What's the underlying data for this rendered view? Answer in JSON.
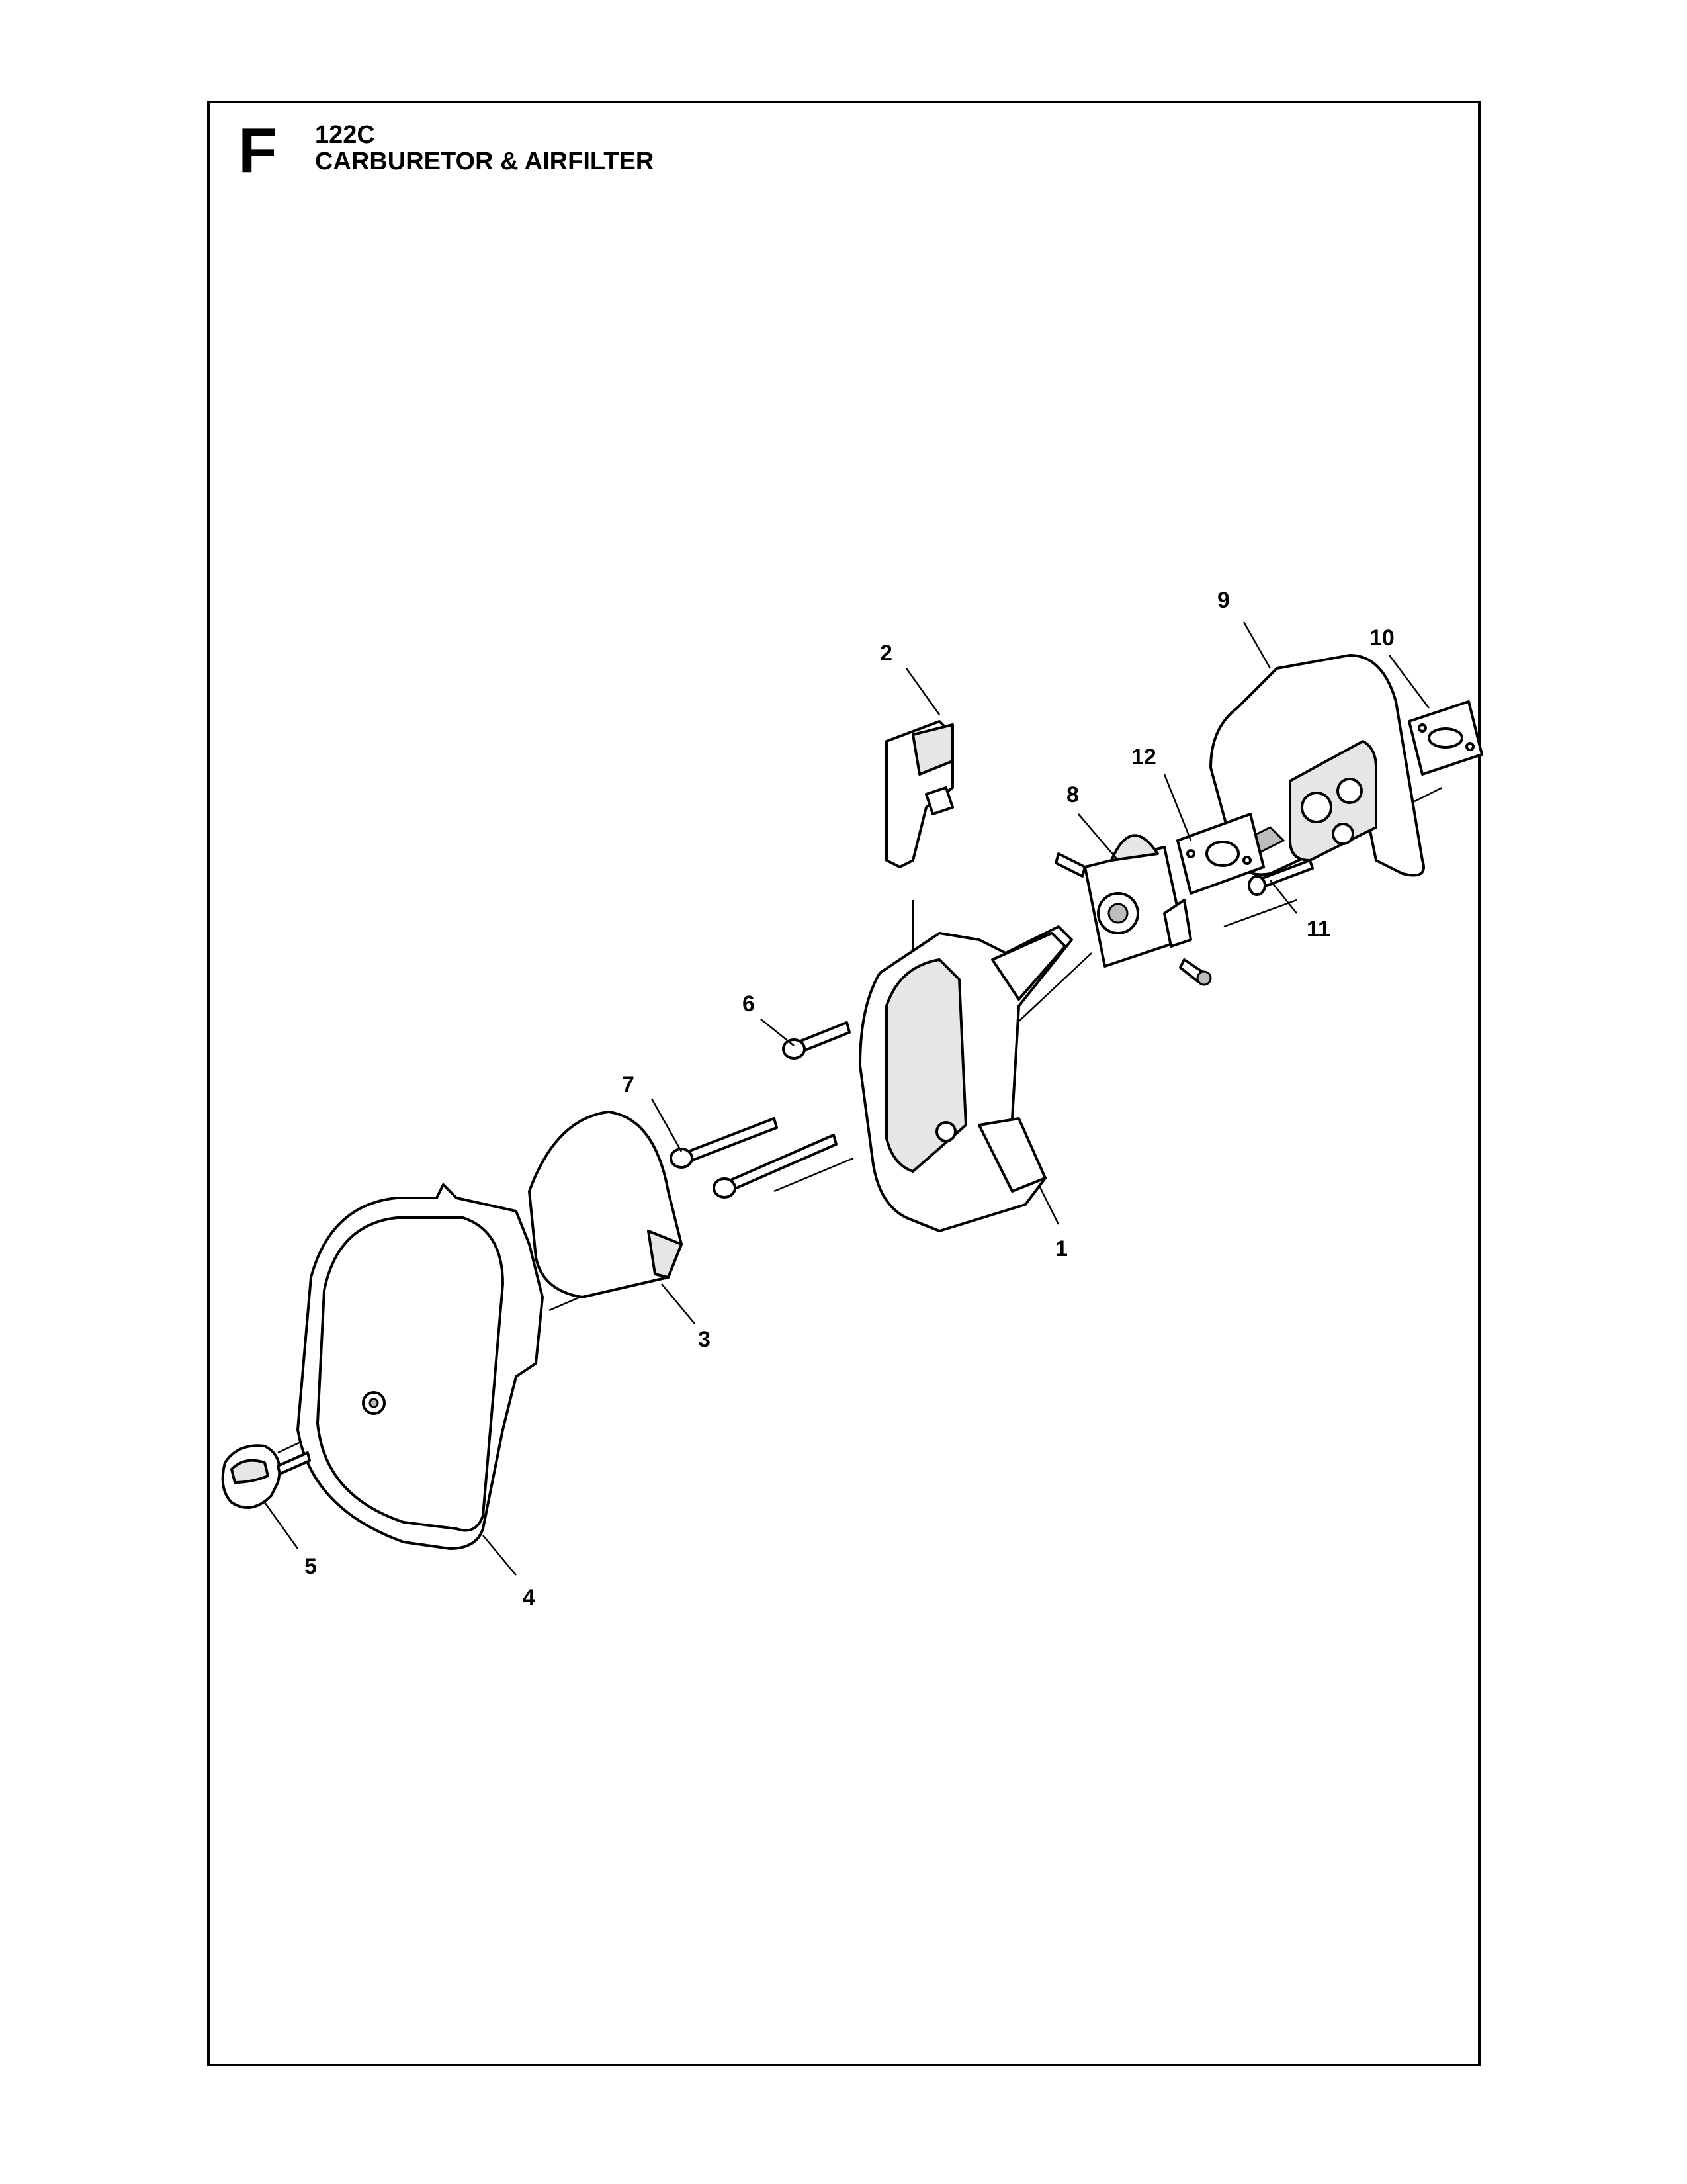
{
  "header": {
    "section_letter": "F",
    "model": "122C",
    "title": "CARBURETOR & AIRFILTER"
  },
  "callouts": [
    {
      "id": "1",
      "label": "1"
    },
    {
      "id": "2",
      "label": "2"
    },
    {
      "id": "3",
      "label": "3"
    },
    {
      "id": "4",
      "label": "4"
    },
    {
      "id": "5",
      "label": "5"
    },
    {
      "id": "6",
      "label": "6"
    },
    {
      "id": "7",
      "label": "7"
    },
    {
      "id": "8",
      "label": "8"
    },
    {
      "id": "9",
      "label": "9"
    },
    {
      "id": "10",
      "label": "10"
    },
    {
      "id": "11",
      "label": "11"
    },
    {
      "id": "12",
      "label": "12"
    }
  ]
}
